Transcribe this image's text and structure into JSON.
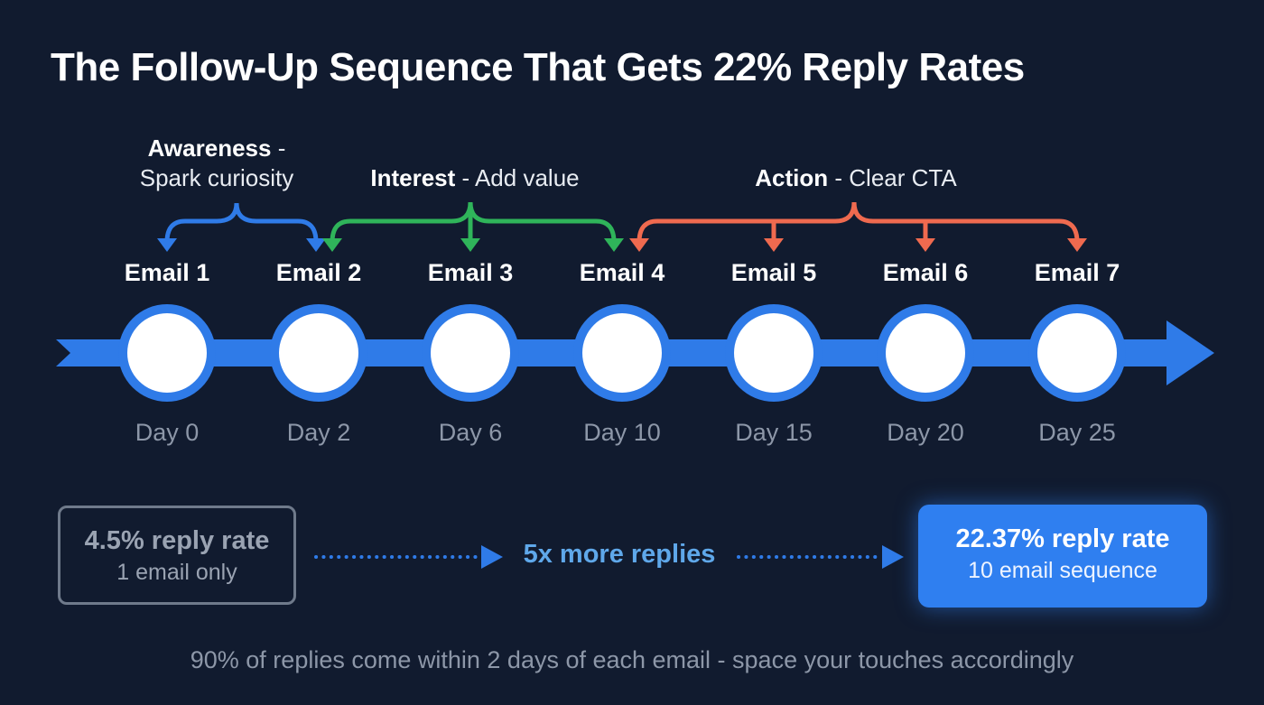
{
  "title": "The Follow-Up Sequence That Gets 22% Reply Rates",
  "phases": [
    {
      "name": "Awareness",
      "separator": " -",
      "description": "Spark curiosity",
      "color": "#2f7be8",
      "emails": [
        1,
        2
      ]
    },
    {
      "name": "Interest",
      "separator": " - ",
      "description": "Add value",
      "color": "#2fb45a",
      "emails": [
        2,
        3,
        4
      ]
    },
    {
      "name": "Action",
      "separator": " - ",
      "description": "Clear CTA",
      "color": "#ef6a4f",
      "emails": [
        4,
        5,
        6,
        7
      ]
    }
  ],
  "timeline": {
    "color": "#2f7be8",
    "steps": [
      {
        "email": "Email 1",
        "day": "Day 0"
      },
      {
        "email": "Email 2",
        "day": "Day 2"
      },
      {
        "email": "Email 3",
        "day": "Day 6"
      },
      {
        "email": "Email 4",
        "day": "Day 10"
      },
      {
        "email": "Email 5",
        "day": "Day 15"
      },
      {
        "email": "Email 6",
        "day": "Day 20"
      },
      {
        "email": "Email 7",
        "day": "Day 25"
      }
    ]
  },
  "comparison": {
    "before": {
      "rate": "4.5% reply rate",
      "caption": "1 email only"
    },
    "multiplier": "5x more replies",
    "after": {
      "rate": "22.37% reply rate",
      "caption": "10 email sequence"
    }
  },
  "footnote": "90% of replies come within 2 days of each email - space your touches accordingly"
}
